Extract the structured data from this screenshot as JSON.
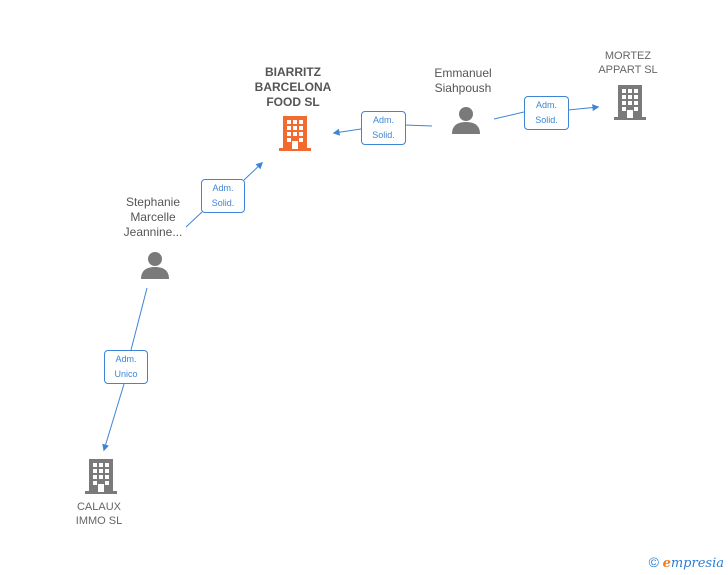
{
  "colors": {
    "focus_company": "#f26a2e",
    "company": "#7a7a7a",
    "person": "#7a7a7a",
    "edge": "#3d85d6"
  },
  "nodes": {
    "biarritz": {
      "type": "company",
      "label": "BIARRITZ\nBARCELONA\nFOOD  SL",
      "icon": "building-icon"
    },
    "mortez": {
      "type": "company",
      "label": "MORTEZ\nAPPART SL",
      "icon": "building-icon"
    },
    "calaux": {
      "type": "company",
      "label": "CALAUX\nIMMO  SL",
      "icon": "building-icon"
    },
    "emmanuel": {
      "type": "person",
      "label": "Emmanuel\nSiahpoush",
      "icon": "person-icon"
    },
    "stephanie": {
      "type": "person",
      "label": "Stephanie\nMarcelle\nJeannine...",
      "icon": "person-icon"
    }
  },
  "edges": [
    {
      "id": "e1",
      "from": "emmanuel",
      "to": "biarritz",
      "label": "Adm.\nSolid."
    },
    {
      "id": "e2",
      "from": "emmanuel",
      "to": "mortez",
      "label": "Adm.\nSolid."
    },
    {
      "id": "e3",
      "from": "stephanie",
      "to": "biarritz",
      "label": "Adm.\nSolid."
    },
    {
      "id": "e4",
      "from": "stephanie",
      "to": "calaux",
      "label": "Adm.\nUnico"
    }
  ],
  "footer": {
    "copyright": "©",
    "brand_e": "e",
    "brand_rest": "mpresia"
  }
}
